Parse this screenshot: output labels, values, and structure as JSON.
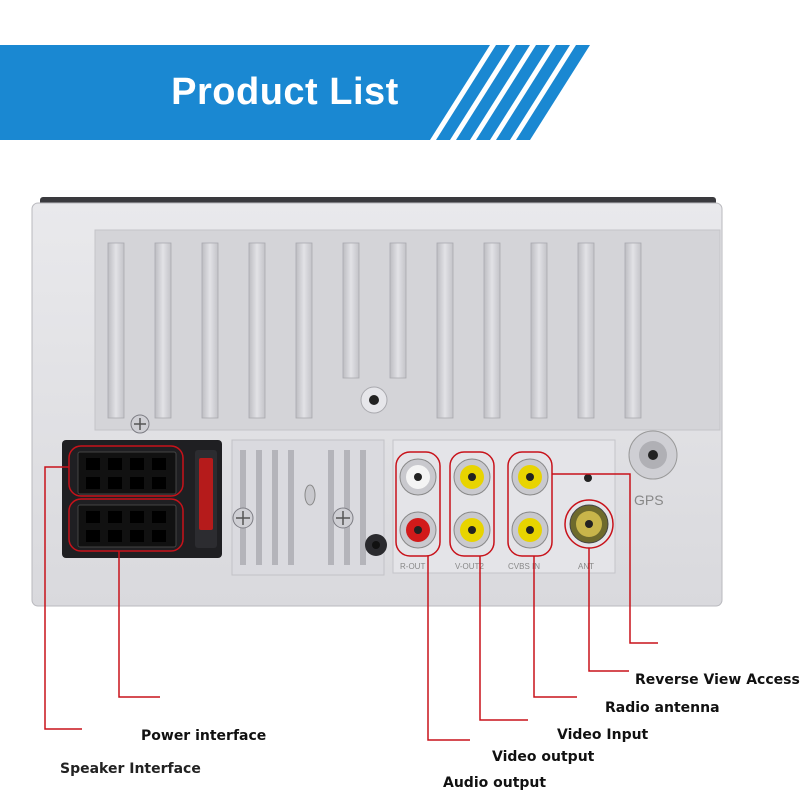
{
  "banner": {
    "title": "Product List",
    "color": "#1a88d2"
  },
  "unit": {
    "gps_label": "GPS",
    "jack_labels": [
      "R-OUT",
      "V-OUT2",
      "CVBS IN",
      "ANT"
    ]
  },
  "callouts": {
    "reverse_view": "Reverse View Access",
    "radio_antenna": "Radio antenna",
    "video_input": "Video Input",
    "video_output": "Video output",
    "audio_output": "Audio output",
    "power_interface": "Power interface",
    "speaker_interface": "Speaker Interface"
  },
  "colors": {
    "callout_line": "#c8121a",
    "rca_yellow": "#e8d400",
    "rca_red": "#d21a1a",
    "rca_white": "#f4f4f4"
  }
}
